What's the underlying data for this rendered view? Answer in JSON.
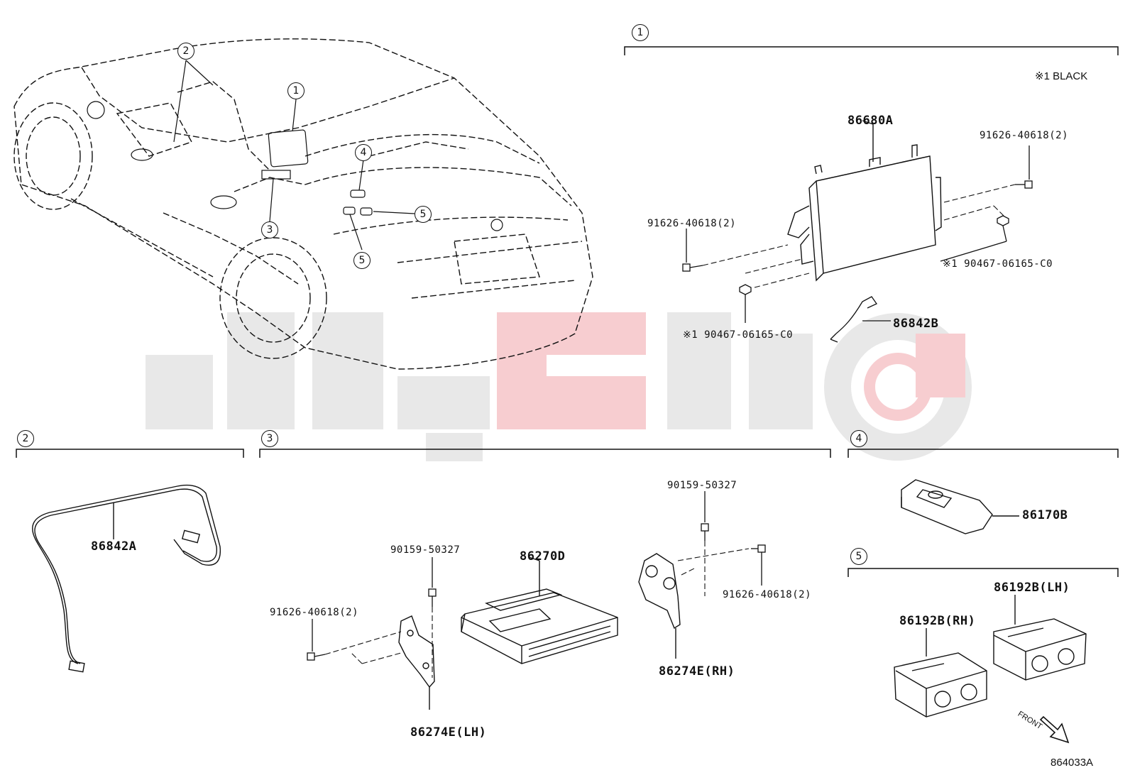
{
  "sections": [
    {
      "number": "1"
    },
    {
      "number": "2"
    },
    {
      "number": "3"
    },
    {
      "number": "4"
    },
    {
      "number": "5"
    }
  ],
  "car_callouts": [
    "2",
    "1",
    "4",
    "5",
    "3",
    "5"
  ],
  "note_black": "※1 BLACK",
  "parts": {
    "p86680A": "86680A",
    "p91626_40618_top_right": "91626-40618(2)",
    "p91626_40618_left": "91626-40618(2)",
    "p90467_right": "※1 90467-06165-C0",
    "p90467_bottom": "※1 90467-06165-C0",
    "p86842B": "86842B",
    "p86842A": "86842A",
    "p90159_50327_left": "90159-50327",
    "p91626_40618_sec3_left": "91626-40618(2)",
    "p86270D": "86270D",
    "p86274E_LH": "86274E(LH)",
    "p90159_50327_right": "90159-50327",
    "p91626_40618_sec3_right": "91626-40618(2)",
    "p86274E_RH": "86274E(RH)",
    "p86170B": "86170B",
    "p86192B_LH": "86192B(LH)",
    "p86192B_RH": "86192B(RH)"
  },
  "front_label": "FRONT",
  "diagram_code": "864033A",
  "colors": {
    "line": "#111111",
    "watermark_gray": "#e6e6e6",
    "watermark_red": "#f7c9cb"
  }
}
